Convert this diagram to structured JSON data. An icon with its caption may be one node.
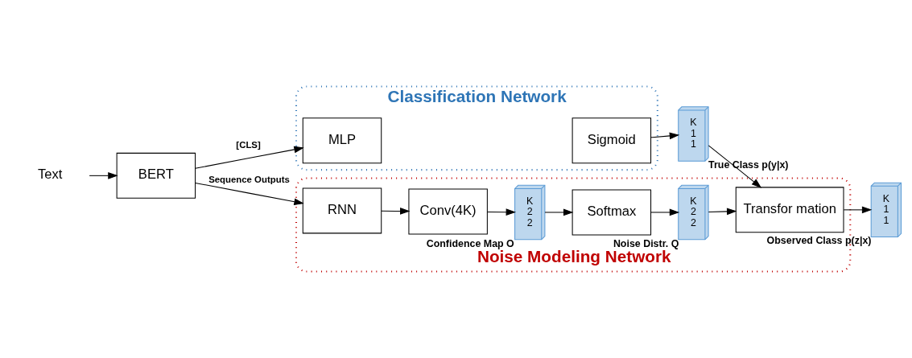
{
  "diagram": {
    "nodes": [
      {
        "text": [
          "Text"
        ]
      },
      {
        "text": [
          "BERT"
        ]
      },
      {
        "text": [
          "Classification Network"
        ]
      },
      {
        "text": [
          "MLP"
        ],
        "in": 2
      },
      {
        "text": [
          "Sigmoid"
        ],
        "in": 2
      },
      {
        "text": [
          "K",
          "1",
          "1"
        ],
        "beside": [
          "True Class p(y|x)"
        ]
      },
      {
        "text": [
          "Noise Modeling Network"
        ]
      },
      {
        "text": [
          "RNN"
        ],
        "in": 6
      },
      {
        "text": [
          "Conv(4K)"
        ],
        "in": 6
      },
      {
        "text": [
          "K",
          "2",
          "2"
        ],
        "beside": [
          "Confidence Map O"
        ],
        "in": 6
      },
      {
        "text": [
          "Softmax"
        ],
        "in": 6
      },
      {
        "text": [
          "K",
          "2",
          "2"
        ],
        "beside": [
          "Noise Distr. Q"
        ],
        "in": 6
      },
      {
        "text": [
          "Transfor mation"
        ],
        "in": 6
      },
      {
        "text": [
          "K",
          "1",
          "1"
        ],
        "beside": [
          "Observed Class p(z|x)"
        ]
      }
    ],
    "edges": [
      {
        "from": 0,
        "to": 1,
        "arrow": "to"
      },
      {
        "from": 1,
        "to": 3,
        "arrow": "to",
        "label": "[CLS]"
      },
      {
        "from": 4,
        "to": 5,
        "arrow": "to"
      },
      {
        "from": 1,
        "to": 7,
        "arrow": "to",
        "label": "Sequence Outputs"
      },
      {
        "from": 7,
        "to": 8,
        "arrow": "to"
      },
      {
        "from": 8,
        "to": 9,
        "arrow": "to"
      },
      {
        "from": 9,
        "to": 10,
        "arrow": "to"
      },
      {
        "from": 10,
        "to": 11,
        "arrow": "to"
      },
      {
        "from": 11,
        "to": 12,
        "arrow": "to"
      },
      {
        "from": 5,
        "to": 12,
        "arrow": "to"
      },
      {
        "from": 12,
        "to": 13,
        "arrow": "to"
      }
    ]
  }
}
